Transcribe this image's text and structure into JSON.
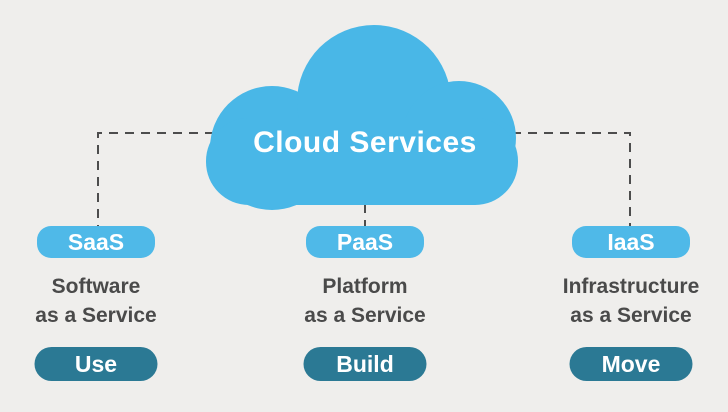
{
  "cloud": {
    "label": "Cloud Services"
  },
  "columns": [
    {
      "abbr": "SaaS",
      "name_line1": "Software",
      "name_line2": "as a Service",
      "action": "Use"
    },
    {
      "abbr": "PaaS",
      "name_line1": "Platform",
      "name_line2": "as a Service",
      "action": "Build"
    },
    {
      "abbr": "IaaS",
      "name_line1": "Infrastructure",
      "name_line2": "as a Service",
      "action": "Move"
    }
  ],
  "colors": {
    "cloud_blue": "#49b7e7",
    "badge_blue": "#4fb9e8",
    "action_teal": "#2b7994",
    "text_gray": "#4a4a4a",
    "background": "#efeeec",
    "connector_gray": "#4d4d4d"
  }
}
